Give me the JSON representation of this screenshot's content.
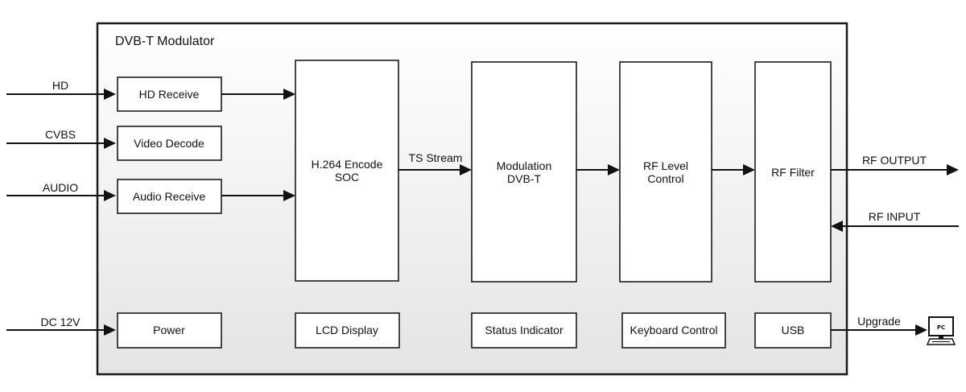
{
  "title": "DVB-T Modulator",
  "inputs": {
    "hd": "HD",
    "cvbs": "CVBS",
    "audio": "AUDIO",
    "dc": "DC 12V"
  },
  "blocks": {
    "hd_receive": "HD Receive",
    "video_decode": "Video Decode",
    "audio_receive": "Audio Receive",
    "encoder_line1": "H.264 Encode",
    "encoder_line2": "SOC",
    "modulation_line1": "Modulation",
    "modulation_line2": "DVB-T",
    "rf_level_line1": "RF Level",
    "rf_level_line2": "Control",
    "rf_filter": "RF Filter",
    "power": "Power",
    "lcd_display": "LCD Display",
    "status_indicator": "Status Indicator",
    "keyboard_control": "Keyboard Control",
    "usb": "USB"
  },
  "connections": {
    "ts_stream": "TS Stream",
    "rf_output": "RF OUTPUT",
    "rf_input": "RF INPUT",
    "upgrade": "Upgrade"
  },
  "pc_icon_label": "PC",
  "colors": {
    "stroke": "#1a1a1a",
    "panel_top": "#ffffff",
    "panel_bottom": "#e6e6e6"
  }
}
